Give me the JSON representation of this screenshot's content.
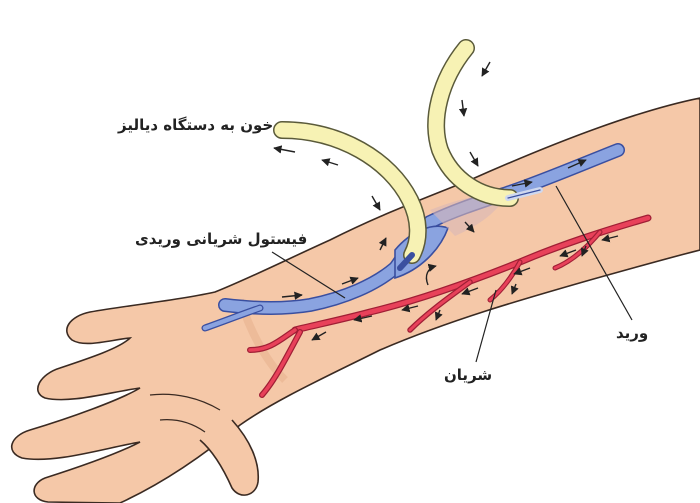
{
  "labels": {
    "dialysis": "خون به دستگاه دیالیز",
    "fistula": "فیستول شریانی وریدی",
    "vein": "ورید",
    "artery": "شریان"
  },
  "colors": {
    "skin": "#f5c8a8",
    "skin_outline": "#3a2a22",
    "skin_shade": "#e8b28f",
    "vein_fill": "#8aa3e0",
    "vein_outline": "#3a4fa0",
    "artery_fill": "#e8415a",
    "artery_outline": "#a01f35",
    "tube_fill": "#f7f2b4",
    "tube_outline": "#5a5a3a",
    "arrow": "#222222",
    "leader": "#222222"
  }
}
